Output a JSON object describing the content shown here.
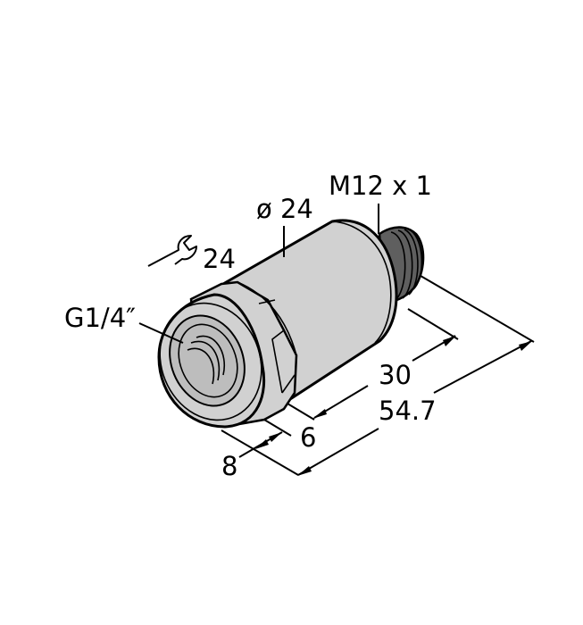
{
  "drawing": {
    "subject": "pressure sensor dimensional drawing",
    "colors": {
      "body_fill": "#d1d1d1",
      "connector_fill": "#5f5f5f",
      "outline": "#000000",
      "background": "#ffffff"
    },
    "labels": {
      "connector_thread": "M12 x 1",
      "diameter": "ø 24",
      "wrench_size": "24",
      "process_thread": "G1/4″",
      "dim_housing_length": "30",
      "dim_total_length": "54.7",
      "dim_nut_width": "6",
      "dim_thread_depth": "8"
    },
    "icons": {
      "wrench": "wrench-icon"
    }
  }
}
